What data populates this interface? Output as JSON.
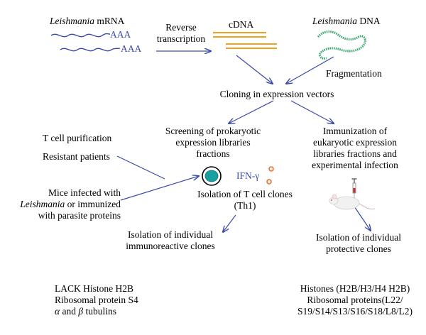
{
  "mrna": {
    "organism": "Leishmania",
    "label": " mRNA",
    "polyA_1": "AAA",
    "polyA_2": "AAA"
  },
  "rt": {
    "line1": "Reverse",
    "line2": "transcription"
  },
  "cdna": {
    "label": "cDNA"
  },
  "dna": {
    "organism": "Leishmania",
    "label": " DNA"
  },
  "fragmentation": "Fragmentation",
  "cloning": "Cloning in expression vectors",
  "left": {
    "tcell": "T cell purification",
    "resistant": "Resistant patients",
    "mice_line1": "Mice infected with",
    "mice_organism": "Leishmania",
    "mice_line2_rest": " or immunized",
    "mice_line3": "with parasite proteins"
  },
  "screening": {
    "line1": "Screening of prokaryotic",
    "line2": "expression libraries",
    "line3": "fractions"
  },
  "ifn": "IFN-γ",
  "tclones": {
    "line1": "Isolation of T cell clones",
    "line2": "(Th1)"
  },
  "immunoreactive": {
    "line1": "Isolation of individual",
    "line2": "immunoreactive clones"
  },
  "immunization": {
    "line1": "Immunization of",
    "line2": "eukaryotic expression",
    "line3": "libraries fractions and",
    "line4": "experimental infection"
  },
  "protective": {
    "line1": "Isolation of individual",
    "line2": "protective clones"
  },
  "results_left": {
    "line1": "LACK Histone H2B",
    "line2": "Ribosomal protein S4",
    "line3_alpha": "α",
    "line3_mid": " and ",
    "line3_beta": "β",
    "line3_end": " tubulins"
  },
  "results_right": {
    "line1": "Histones (H2B/H3/H4 H2B)",
    "line2": "Ribosomal proteins(L22/",
    "line3": "S19/S14/S13/S16/S18/L8/L2)"
  },
  "colors": {
    "arrow": "#3a4aa8",
    "cdna": "#f0a020",
    "dna": "#3aa870",
    "cell_ring": "#000000",
    "cell_fill": "#18a0a0",
    "dot": "#e07030"
  }
}
